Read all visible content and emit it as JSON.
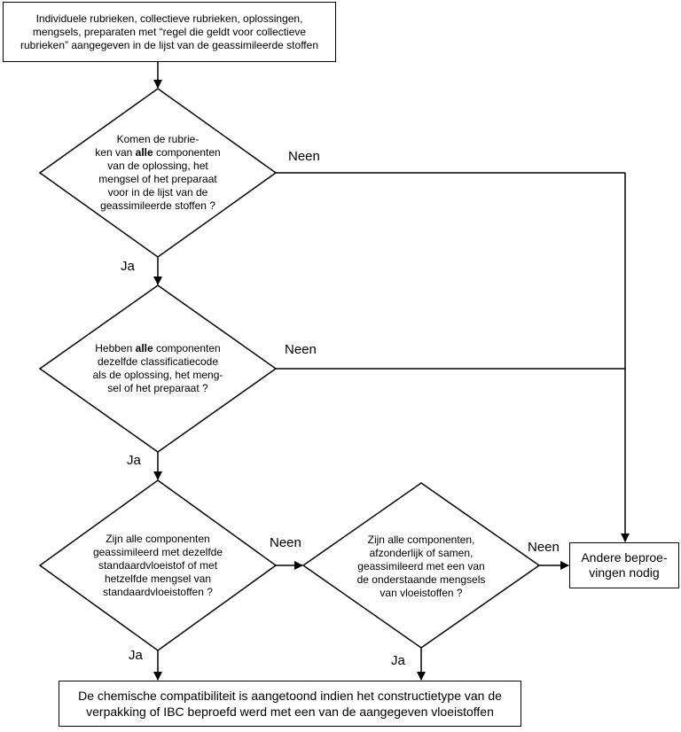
{
  "nodes": {
    "start": {
      "lines": [
        "Individuele rubrieken, collectieve rubrieken, oplossingen,",
        "mengsels, preparaten met “regel die geldt voor collectieve",
        "rubrieken” aangegeven in de lijst van de geassimileerde stoffen"
      ]
    },
    "q1": {
      "line1": "Komen de rubrie-",
      "line2_pre": "ken van ",
      "line2_bold": "alle",
      "line2_post": " componenten",
      "line3": "van de oplossing, het",
      "line4": "mengsel of het preparaat",
      "line5": "voor in de lijst van de",
      "line6": "geassimileerde stoffen ?"
    },
    "q2": {
      "line1_pre": "Hebben ",
      "line1_bold": "alle",
      "line1_post": " componenten",
      "line2": "dezelfde classificatiecode",
      "line3": "als de oplossing, het meng-",
      "line4": "sel of het preparaat ?"
    },
    "q3": {
      "lines": [
        "Zijn alle componenten",
        "geassimileerd met dezelfde",
        "standaardvloeistof of met",
        "hetzelfde mengsel van",
        "standaardvloeistoffen ?"
      ]
    },
    "q4": {
      "lines": [
        "Zijn alle componenten,",
        "afzonderlijk of samen,",
        "geassimileerd met  een van",
        "de onderstaande mengsels",
        "van vloeistoffen ?"
      ]
    },
    "other": {
      "lines": [
        "Andere beproe-",
        "vingen nodig"
      ]
    },
    "result": {
      "lines": [
        "De chemische compatibiliteit is aangetoond indien het constructietype van de",
        "verpakking of IBC beproefd werd met een van de aangegeven vloeistoffen"
      ]
    }
  },
  "edge_labels": {
    "no": "Neen",
    "yes": "Ja"
  }
}
